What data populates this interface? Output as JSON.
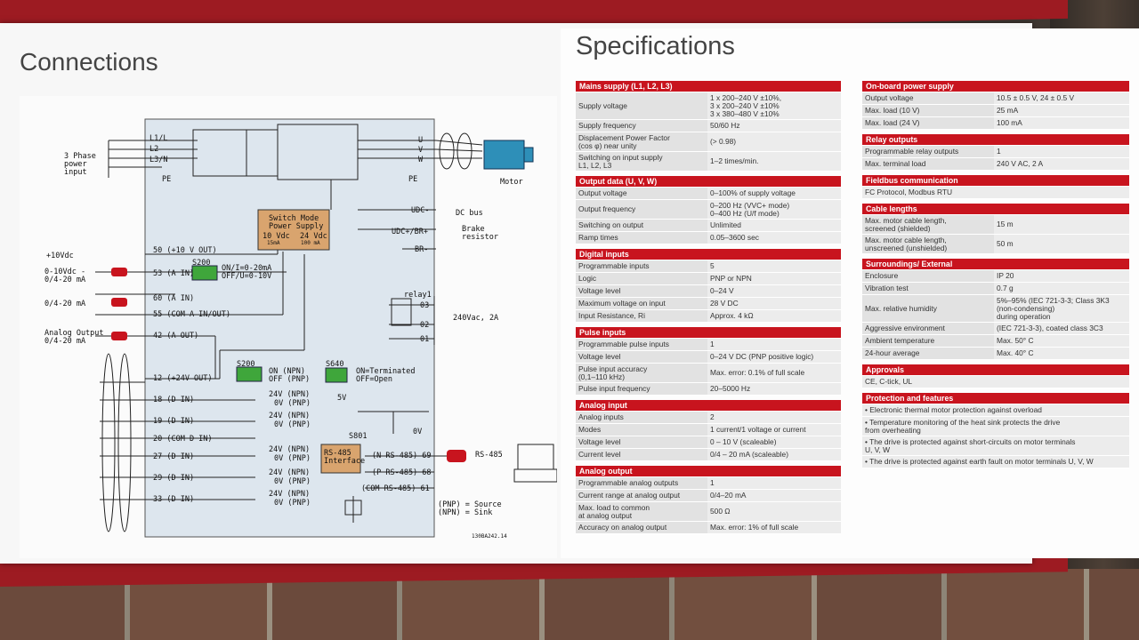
{
  "connections_title": "Connections",
  "specifications_title": "Specifications",
  "diagram": {
    "three_phase": "3 Phase\npower\ninput",
    "l1": "L1/L",
    "l2": "L2",
    "l3": "L3/N",
    "pe_left": "PE",
    "pe_right": "PE",
    "u": "U",
    "v": "V",
    "w": "W",
    "motor": "Motor",
    "udc_minus": "UDC-",
    "udc_plus": "UDC+/BR+",
    "br_minus": "BR-",
    "dc_bus": "DC bus",
    "brake": "Brake\nresistor",
    "smps": "Switch Mode\nPower Supply",
    "v10": "10 Vdc",
    "ma15": "15mA",
    "v24": "24 Vdc",
    "ma100": "100 mA",
    "plus10": "+10Vdc",
    "t50": "50 (+10 V OUT)",
    "in53": "0-10Vdc -\n0/4-20 mA",
    "t53": "53 (A IN)",
    "s200a": "S200",
    "s200a_txt": "ON/I=0-20mA\nOFF/U=0-10V",
    "in54": "0/4-20 mA",
    "t60": "60 (A IN)",
    "t55": "55 (COM A IN/OUT)",
    "aout": "Analog Output\n0/4-20 mA",
    "t42": "42 (A OUT)",
    "t12": "12 (+24V OUT)",
    "s200b": "S200",
    "s200b_txt": "ON (NPN)\nOFF (PNP)",
    "s640": "S640",
    "s640_txt": "ON=Terminated\nOFF=Open",
    "t18": "18 (D IN)",
    "t19": "19 (D IN)",
    "t20": "20 (COM D IN)",
    "t27": "27 (D IN)",
    "t29": "29 (D IN)",
    "t33": "33 (D IN)",
    "npn": "24V (NPN)",
    "pnp": "0V (PNP)",
    "relay": "relay1",
    "r03": "03",
    "r02": "02",
    "r01": "01",
    "vac": "240Vac, 2A",
    "v5": "5V",
    "v0": "0V",
    "s801": "S801",
    "rs485if": "RS-485\nInterface",
    "t69": "(N RS-485) 69",
    "t68": "(P RS-485) 68",
    "t61": "(COM RS-485) 61",
    "rs485": "RS-485",
    "src": "(PNP) = Source\n(NPN) = Sink",
    "code": "130BA242.14"
  },
  "left_sections": [
    {
      "title": "Mains supply (L1, L2, L3)",
      "rows": [
        [
          "Supply voltage",
          "1 x 200–240 V ±10%,\n3 x 200–240 V ±10%\n3 x 380–480 V ±10%"
        ],
        [
          "Supply frequency",
          "50/60 Hz"
        ],
        [
          "Displacement Power Factor\n(cos φ) near unity",
          "(> 0.98)"
        ],
        [
          "Switching on input supply\nL1, L2, L3",
          "1–2 times/min."
        ]
      ]
    },
    {
      "title": "Output data (U, V, W)",
      "rows": [
        [
          "Output voltage",
          "0–100% of supply voltage"
        ],
        [
          "Output frequency",
          "0–200 Hz (VVC+ mode)\n0–400 Hz (U/f mode)"
        ],
        [
          "Switching on output",
          "Unlimited"
        ],
        [
          "Ramp times",
          "0.05–3600 sec"
        ]
      ]
    },
    {
      "title": "Digital inputs",
      "rows": [
        [
          "Programmable inputs",
          "5"
        ],
        [
          "Logic",
          "PNP or NPN"
        ],
        [
          "Voltage level",
          "0–24 V"
        ],
        [
          "Maximum voltage on input",
          "28 V DC"
        ],
        [
          "Input Resistance, Ri",
          "Approx. 4 kΩ"
        ]
      ]
    },
    {
      "title": "Pulse inputs",
      "rows": [
        [
          "Programmable pulse inputs",
          "1"
        ],
        [
          "Voltage level",
          "0–24 V DC (PNP positive logic)"
        ],
        [
          "Pulse input accuracy\n(0,1–110 kHz)",
          "Max. error: 0.1% of full scale"
        ],
        [
          "Pulse input frequency",
          "20–5000 Hz"
        ]
      ]
    },
    {
      "title": "Analog input",
      "rows": [
        [
          "Analog inputs",
          "2"
        ],
        [
          "Modes",
          "1 current/1 voltage or current"
        ],
        [
          "Voltage level",
          "0 – 10 V (scaleable)"
        ],
        [
          "Current level",
          "0/4 – 20 mA (scaleable)"
        ]
      ]
    },
    {
      "title": "Analog output",
      "rows": [
        [
          "Programmable analog outputs",
          "1"
        ],
        [
          "Current range at analog output",
          "0/4–20 mA"
        ],
        [
          "Max. load to common\nat analog output",
          "500 Ω"
        ],
        [
          "Accuracy on analog output",
          "Max. error: 1% of full scale"
        ]
      ]
    }
  ],
  "right_sections": [
    {
      "title": "On-board power supply",
      "rows": [
        [
          "Output voltage",
          "10.5 ± 0.5 V, 24 ± 0.5 V"
        ],
        [
          "Max. load (10 V)",
          "25 mA"
        ],
        [
          "Max. load (24 V)",
          "100 mA"
        ]
      ]
    },
    {
      "title": "Relay outputs",
      "rows": [
        [
          "Programmable relay outputs",
          "1"
        ],
        [
          "Max. terminal load",
          "240 V AC, 2 A"
        ]
      ]
    },
    {
      "title": "Fieldbus communication",
      "rows": [
        [
          "FC Protocol, Modbus RTU"
        ]
      ]
    },
    {
      "title": "Cable lengths",
      "rows": [
        [
          "Max. motor cable length,\nscreened (shielded)",
          "15 m"
        ],
        [
          "Max. motor cable length,\nunscreened (unshielded)",
          "50 m"
        ]
      ]
    },
    {
      "title": "Surroundings/ External",
      "rows": [
        [
          "Enclosure",
          "IP 20"
        ],
        [
          "Vibration test",
          "0.7 g"
        ],
        [
          "Max. relative humidity",
          "5%–95% (IEC 721-3-3; Class 3K3\n(non-condensing)\nduring operation"
        ],
        [
          "Aggressive environment",
          "(IEC 721-3-3), coated class 3C3"
        ],
        [
          "Ambient temperature",
          "Max. 50° C"
        ],
        [
          "24-hour average",
          "Max. 40° C"
        ]
      ]
    },
    {
      "title": "Approvals",
      "rows": [
        [
          "CE, C-tick, UL"
        ]
      ]
    },
    {
      "title": "Protection and features",
      "rows": [
        [
          "• Electronic thermal motor protection against overload"
        ],
        [
          "• Temperature monitoring of the heat sink protects the drive\n  from overheating"
        ],
        [
          "• The drive is protected against short-circuits on motor terminals\n  U, V, W"
        ],
        [
          "• The drive is protected against earth fault on motor terminals U, V, W"
        ]
      ]
    }
  ],
  "colors": {
    "accent": "#c8141e",
    "band": "#9d1b22",
    "panel": "#dde6ee"
  }
}
